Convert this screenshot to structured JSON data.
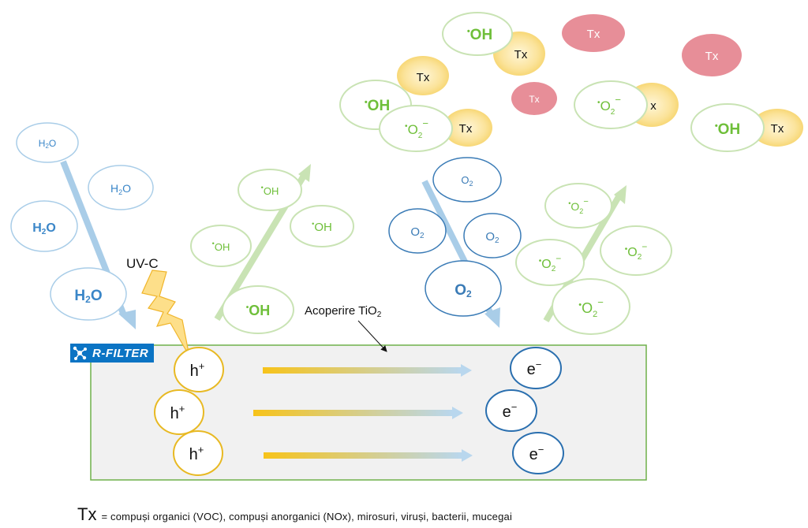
{
  "logo": {
    "text": "R-FILTER"
  },
  "uv_label": "UV-C",
  "coating_label": "Acoperire TiO",
  "coating_sub": "2",
  "water": {
    "text": "H",
    "sub": "2",
    "tail": "O"
  },
  "hydroxyl": {
    "text": "OH",
    "dot": "•"
  },
  "oxygen": {
    "text": "O",
    "sub": "2"
  },
  "superoxide": {
    "text": "O",
    "sub": "2",
    "sup": "−",
    "dot": "•"
  },
  "pollutant": {
    "text": "Tx"
  },
  "hole": {
    "text": "h",
    "sup": "+"
  },
  "electron": {
    "text": "e",
    "sup": "−"
  },
  "legend": {
    "symbol": "Tx",
    "text": "= compuși organici (VOC), compuși anorganici (NOx), mirosuri, viruși, bacterii, mucegai"
  },
  "colors": {
    "water_blue": "#a9cde8",
    "water_text": "#3a86c8",
    "green_light": "#c9e3b4",
    "green_text": "#6fbf3a",
    "oxygen_blue": "#3a7bb6",
    "yellow": "#f7d97a",
    "yellow_ring": "#e8b923",
    "pink": "#e78e98",
    "panel_fill": "#f1f1f1",
    "panel_stroke": "#6fb04a",
    "logo_blue": "#0b74c4"
  }
}
